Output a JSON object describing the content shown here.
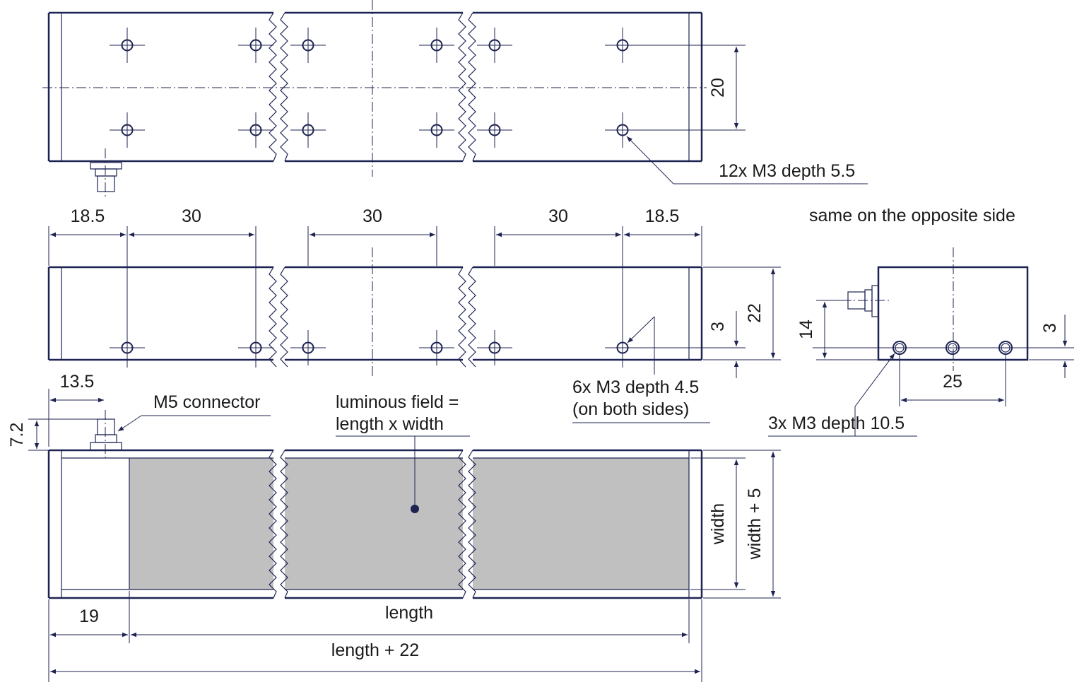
{
  "labels": {
    "top_hole_spacing": "20",
    "top_hole_note": "12x M3 depth 5.5",
    "dim_18_5_left": "18.5",
    "dim_30_a": "30",
    "dim_30_b": "30",
    "dim_30_c": "30",
    "dim_18_5_right": "18.5",
    "opposite_side_note": "same on the opposite side",
    "side_height_3": "3",
    "side_height_22": "22",
    "side_hole_note_1": "6x M3 depth 4.5",
    "side_hole_note_2": "(on both sides)",
    "end_height_14": "14",
    "end_height_3": "3",
    "end_spacing_25": "25",
    "end_hole_note": "3x M3 depth 10.5",
    "connector_offset": "13.5",
    "connector_height": "7.2",
    "connector_label": "M5 connector",
    "field_label_1": "luminous field =",
    "field_label_2": "length x width",
    "front_width": "width",
    "front_width_plus": "width + 5",
    "front_19": "19",
    "front_length": "length",
    "front_length_plus": "length + 22"
  },
  "colors": {
    "line": "#1d2352",
    "luminous_field": "#c0c0c0"
  }
}
